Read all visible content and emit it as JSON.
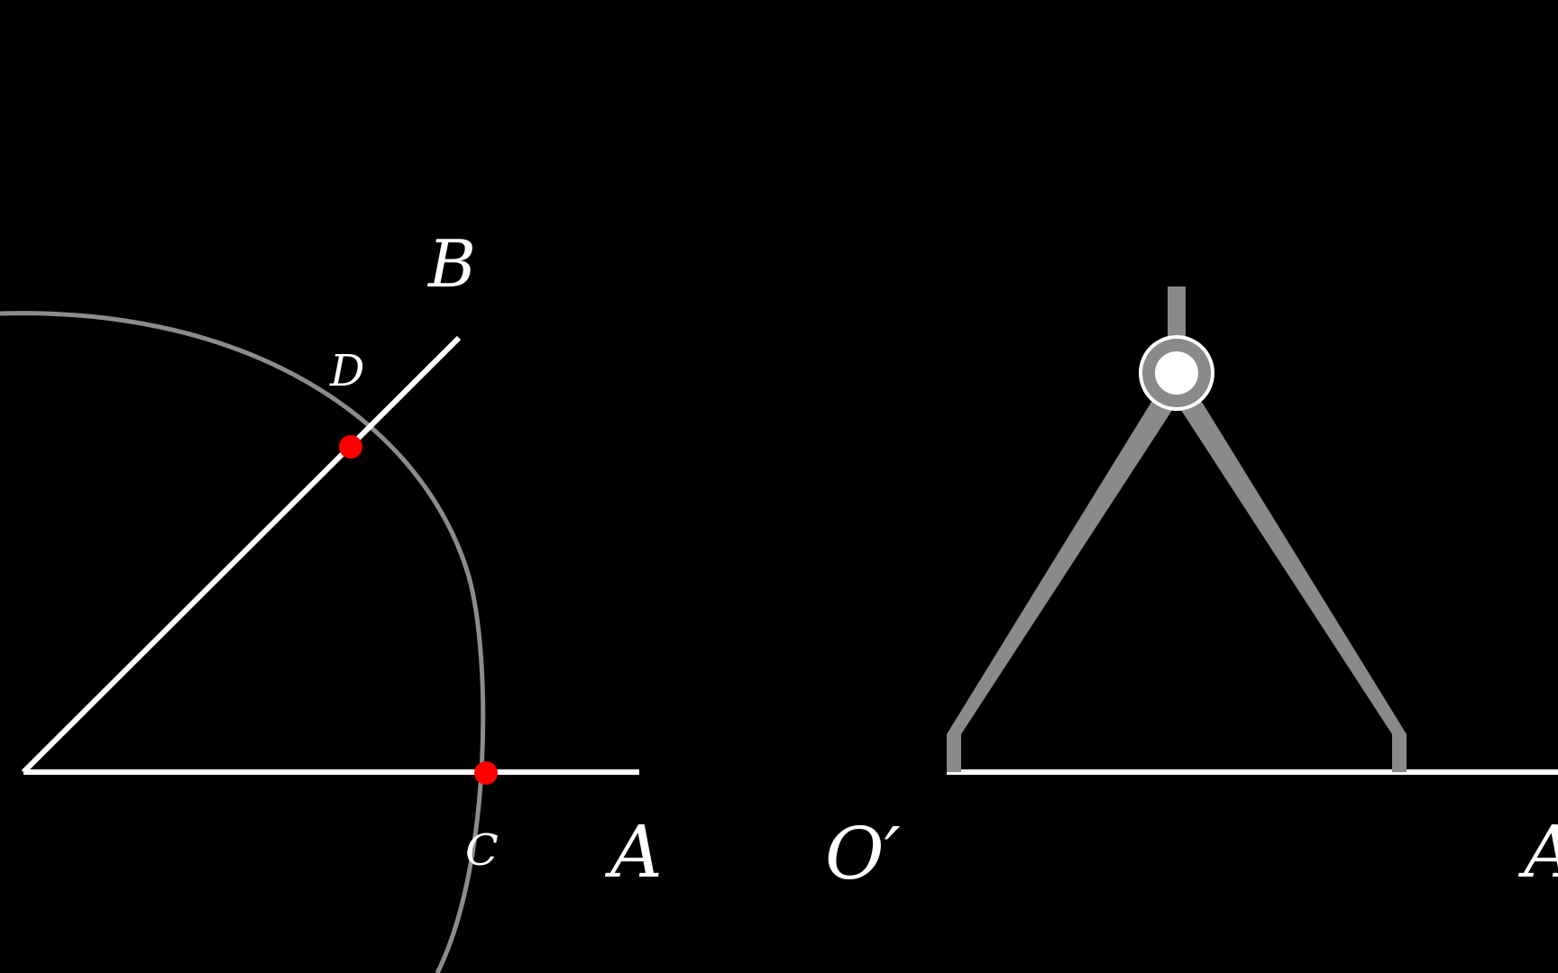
{
  "scene": {
    "background": "#000000",
    "line_color": "#ffffff",
    "arc_color": "#8c8c8c",
    "compass_color": "#8a8a8a",
    "point_color": "#ff0000"
  },
  "labels": {
    "A_left": "A",
    "B": "B",
    "C": "C",
    "D": "D",
    "O_prime": "O′",
    "A_right": "A"
  },
  "icons": {
    "compass": "compass-icon"
  }
}
